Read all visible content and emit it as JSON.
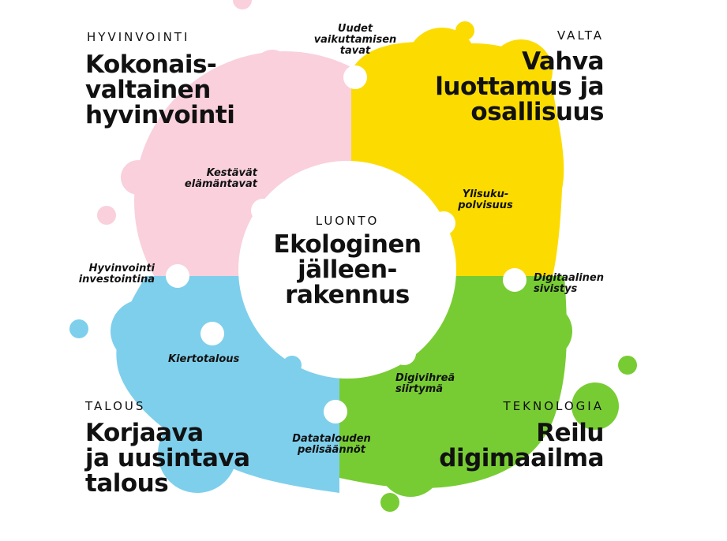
{
  "center": {
    "category": "LUONTO",
    "title": "Ekologinen\njälleen-\nrakennus"
  },
  "quadrants": {
    "hyvinvointi": {
      "category": "HYVINVOINTI",
      "title": "Kokonais-\nvaltainen\nhyvinvointi",
      "color": "#f9d0dc"
    },
    "valta": {
      "category": "VALTA",
      "title": "Vahva\nluottamus ja\nosallisuus",
      "color": "#fcdc00"
    },
    "talous": {
      "category": "TALOUS",
      "title": "Korjaava\nja uusintava\ntalous",
      "color": "#7ecfec"
    },
    "teknologia": {
      "category": "TEKNOLOGIA",
      "title": "Reilu\ndigimaailma",
      "color": "#77cc33"
    }
  },
  "links": {
    "uudet_vaikuttamisen_tavat": "Uudet\nvaikuttamisen\ntavat",
    "kestavat_elamantavat": "Kestävät\nelämäntavat",
    "ylisukupolvisuus": "Ylisuku-\npolvisuus",
    "hyvinvointi_investointina": "Hyvinvointi\ninvestointina",
    "digitaalinen_sivistys": "Digitaalinen\nsivistys",
    "kiertotalous": "Kiertotalous",
    "digivihrea_siirtyma": "Digivihreä\nsiirtymä",
    "datatalouden_pelisaannot": "Datatalouden\npelisäännöt"
  }
}
